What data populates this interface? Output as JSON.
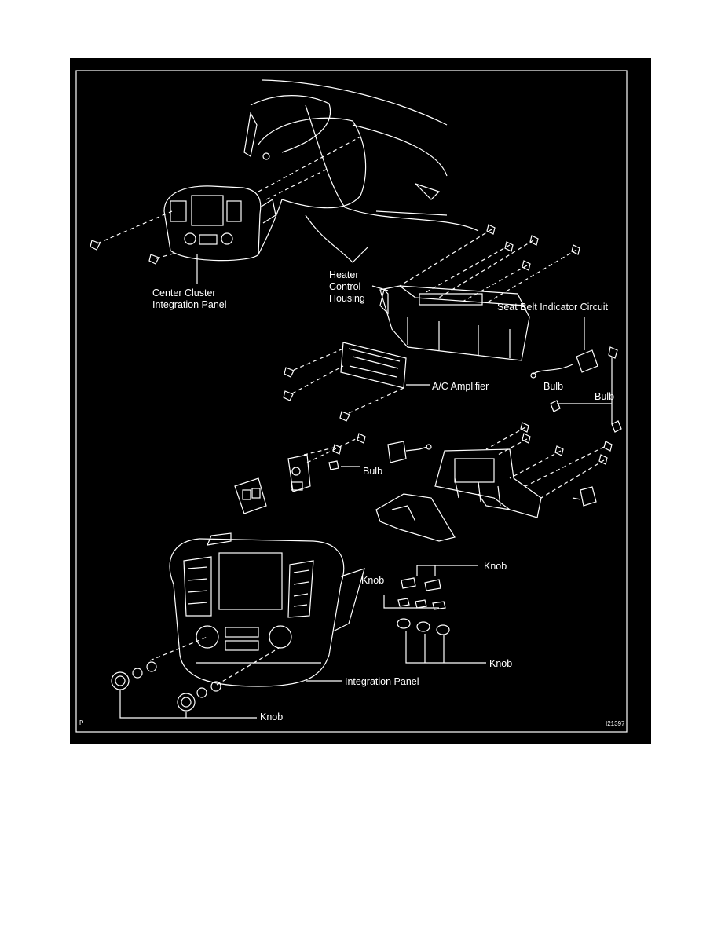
{
  "colors": {
    "background": "#000000",
    "line": "#ffffff",
    "page": "#ffffff"
  },
  "labels": {
    "center_cluster_1": "Center Cluster",
    "center_cluster_2": "Integration Panel",
    "heater_1": "Heater",
    "heater_2": "Control",
    "heater_3": "Housing",
    "seat_belt": "Seat Belt Indicator Circuit",
    "ac_amplifier": "A/C Amplifier",
    "bulb_left": "Bulb",
    "bulb_right": "Bulb",
    "bulb_mid": "Bulb",
    "knob_top": "Knob",
    "knob_left": "Knob",
    "knob_right": "Knob",
    "integration_panel": "Integration Panel",
    "knob_bottom": "Knob",
    "corner_p": "P",
    "figure_code": "I21397"
  }
}
